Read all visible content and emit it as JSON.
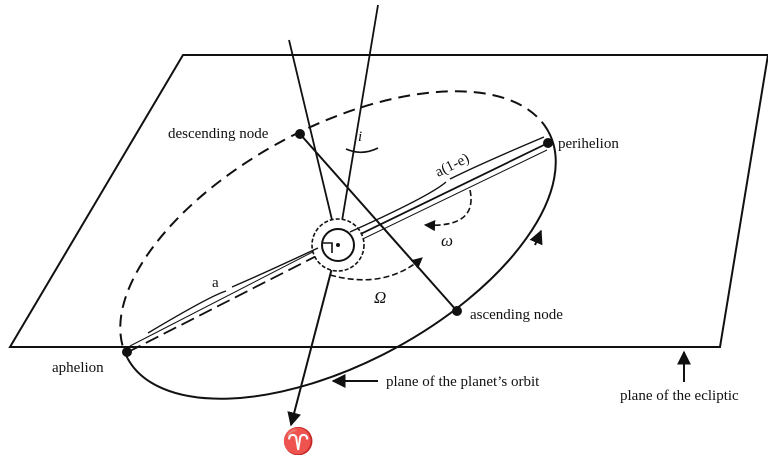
{
  "labels": {
    "descending_node": "descending node",
    "perihelion": "perihelion",
    "aphelion": "aphelion",
    "ascending_node": "ascending node",
    "inclination": "i",
    "perihelion_distance": "a(1-e)",
    "semi_major_axis": "a",
    "arg_periapsis": "ω",
    "long_asc_node": "Ω",
    "orbit_plane": "plane of the planet’s orbit",
    "ecliptic_plane": "plane of the ecliptic",
    "vernal_equinox": "♈"
  }
}
